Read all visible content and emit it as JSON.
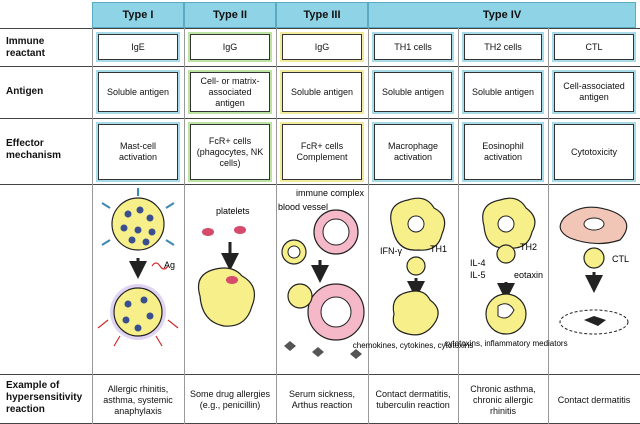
{
  "headers": [
    "Type I",
    "Type II",
    "Type III",
    "Type IV"
  ],
  "row_labels": {
    "reactant": "Immune reactant",
    "antigen": "Antigen",
    "effector": "Effector mechanism",
    "example": "Example of hypersensitivity reaction"
  },
  "reactant": [
    "IgE",
    "IgG",
    "IgG",
    "TH1 cells",
    "TH2 cells",
    "CTL"
  ],
  "antigen": [
    "Soluble antigen",
    "Cell- or matrix-associated antigen",
    "Soluble antigen",
    "Soluble antigen",
    "Soluble antigen",
    "Cell-associated antigen"
  ],
  "effector": [
    "Mast-cell activation",
    "FcR+ cells (phagocytes, NK cells)",
    "FcR+ cells Complement",
    "Macrophage activation",
    "Eosinophil activation",
    "Cytotoxicity"
  ],
  "examples": [
    "Allergic rhinitis, asthma, systemic anaphylaxis",
    "Some drug allergies (e.g., penicillin)",
    "Serum sickness, Arthus reaction",
    "Contact dermatitis, tuberculin reaction",
    "Chronic asthma, chronic allergic rhinitis",
    "Contact dermatitis"
  ],
  "illustration_labels": {
    "ag": "Ag",
    "platelets": "platelets",
    "immune_complex": "immune complex",
    "blood_vessel": "blood vessel",
    "ifn": "IFN-γ",
    "th1": "TH1",
    "th2": "TH2",
    "il4": "IL-4",
    "il5": "IL-5",
    "eotaxin": "eotaxin",
    "ctl": "CTL",
    "chemokines": "chemokines, cytokines, cytotoxins",
    "cytotoxins": "cytotoxins, inflammatory mediators"
  },
  "colors": {
    "header_bg": "#8fd3e6",
    "cell_fill": "#f7ef8a",
    "granule": "#3a4f8f",
    "red": "#d12b2b"
  }
}
